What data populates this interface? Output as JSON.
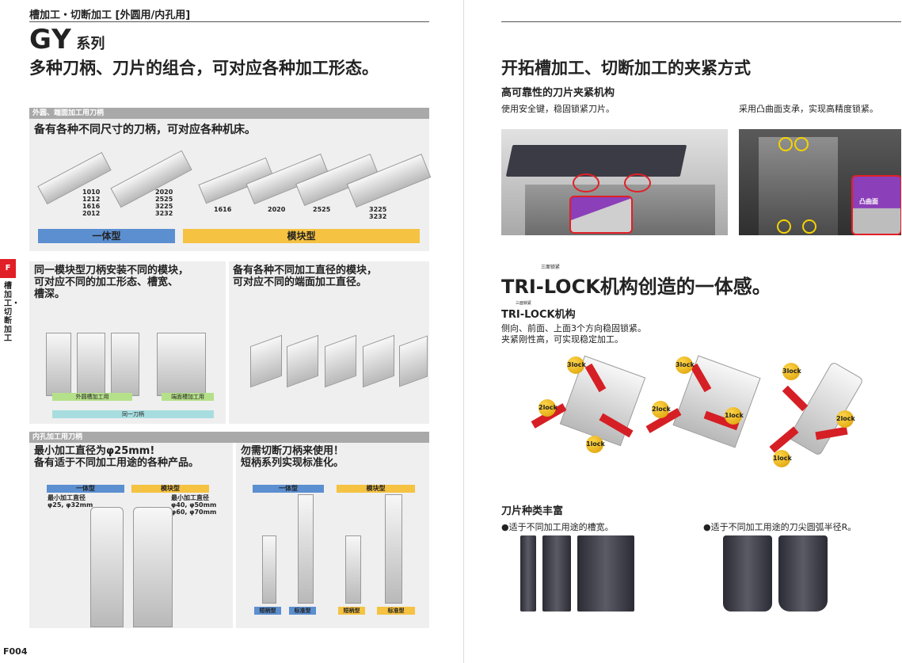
{
  "left": {
    "header": "槽加工・切断加工 [外圆用/内孔用]",
    "series_name": "GY",
    "series_suffix": "系列",
    "headline": "多种刀柄、刀片的组合，可对应各种加工形态。",
    "side_tab_letter": "F",
    "side_tab_text": "槽加工・切断加工",
    "page_number": "F004",
    "sec1": {
      "label": "外圆、端面加工用刀柄",
      "title": "备有各种不同尺寸的刀柄，可对应各种机床。",
      "sizes_integral": [
        "1010",
        "1212",
        "1616",
        "2012"
      ],
      "sizes_integral_b": [
        "2020",
        "2525",
        "3225",
        "3232"
      ],
      "sizes_modular": [
        "1616",
        "2020",
        "2525",
        "3225",
        "3232"
      ],
      "bar_integral": "一体型",
      "bar_modular": "模块型",
      "bar_integral_color": "#5b8fd0",
      "bar_modular_color": "#f5c242"
    },
    "sec2": {
      "left_title_1": "同一模块型刀柄安装不同的模块，",
      "left_title_2": "可对应不同的加工形态、槽宽、",
      "left_title_3": "槽深。",
      "tag_outer": "外圆槽加工用",
      "tag_face": "端面槽加工用",
      "tag_same": "同一刀柄",
      "right_title_1": "备有各种不同加工直径的模块，",
      "right_title_2": "可对应不同的端面加工直径。"
    },
    "sec3": {
      "label": "内孔加工用刀柄",
      "left_title_1": "最小加工直径为φ25mm!",
      "left_title_2": "备有适于不同加工用途的各种产品。",
      "bar_integral": "一体型",
      "bar_modular": "模块型",
      "integral_min_label": "最小加工直径",
      "integral_min_values": "φ25, φ32mm",
      "modular_min_label": "最小加工直径",
      "modular_min_values_1": "φ40, φ50mm",
      "modular_min_values_2": "φ60, φ70mm",
      "right_title_1": "勿需切断刀柄来使用！",
      "right_title_2": "短柄系列实现标准化。",
      "short_label": "短柄型",
      "std_label": "标准型"
    }
  },
  "right": {
    "title": "开拓槽加工、切断加工的夹紧方式",
    "sub1": "高可靠性的刀片夹紧机构",
    "desc_a": "使用安全键，稳固锁紧刀片。",
    "desc_b": "采用凸曲面支承，实现高精度锁紧。",
    "convex_label": "凸曲面",
    "ruby1": "三面锁紧",
    "trilock_title": "TRI-LOCK机构创造的一体感。",
    "ruby2": "三面锁紧",
    "trilock_sub": "TRI-LOCK机构",
    "trilock_desc_1": "侧向、前面、上面3个方向稳固锁紧。",
    "trilock_desc_2": "夹紧刚性高，可实现稳定加工。",
    "lock_labels": [
      "1lock",
      "2lock",
      "3lock"
    ],
    "insert_title": "刀片种类丰富",
    "insert_bullet_a": "●适于不同加工用途的槽宽。",
    "insert_bullet_b": "●适于不同加工用途的刀尖圆弧半径R。"
  }
}
